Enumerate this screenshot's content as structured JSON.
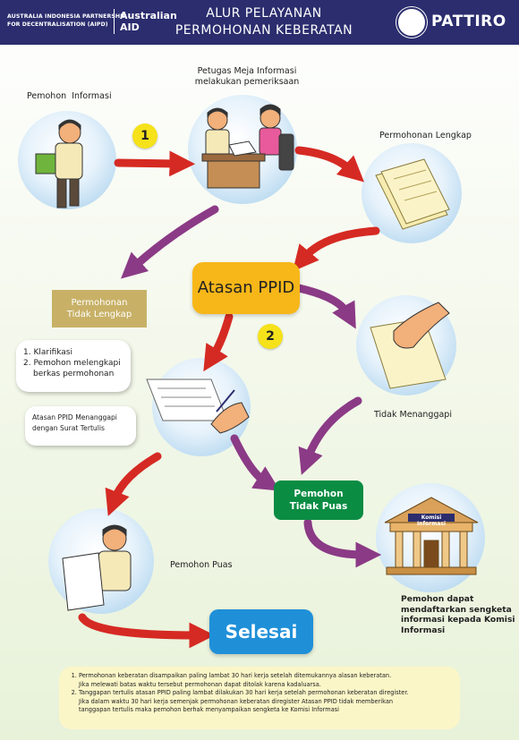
{
  "header": {
    "partner_line1": "AUSTRALIA INDONESIA PARTNERSHIP",
    "partner_line2": "FOR DECENTRALISATION (AIPD)",
    "aid_line1": "Australian",
    "aid_line2": "AID",
    "title_line1": "ALUR PELAYANAN",
    "title_line2": "PERMOHONAN KEBERATAN",
    "brand": "PATTIRO"
  },
  "steps": {
    "pemohon": "Pemohon  Informasi",
    "petugas_line1": "Petugas Meja Informasi",
    "petugas_line2": "melakukan pemeriksaan",
    "lengkap": "Permohonan Lengkap",
    "atasan": "Atasan PPID",
    "tidak_lengkap_line1": "Permohonan",
    "tidak_lengkap_line2": "Tidak Lengkap",
    "klarifikasi_1": "Klarifikasi",
    "klarifikasi_2a": "Pemohon melengkapi",
    "klarifikasi_2b": "berkas permohonan",
    "menanggapi_line1": "Atasan PPID Menanggapi",
    "menanggapi_line2": "dengan Surat Tertulis",
    "tidak_menanggapi": "Tidak Menanggapi",
    "tidak_puas_line1": "Pemohon",
    "tidak_puas_line2": "Tidak Puas",
    "komisi_sign": "Komisi Informasi",
    "puas": "Pemohon Puas",
    "daftar_line1": "Pemohon dapat",
    "daftar_line2": "mendaftarkan sengketa",
    "daftar_line3": "informasi kepada Komisi",
    "daftar_line4": "Informasi",
    "selesai": "Selesai",
    "num1": "1",
    "num2": "2"
  },
  "notes": {
    "n1a": "Permohonan keberatan disampaikan paling lambat 30 hari kerja setelah ditemukannya alasan keberatan.",
    "n1b": "Jika melewati batas waktu tersebut permohonan dapat ditolak karena kadaluarsa.",
    "n2a": "Tanggapan tertulis atasan PPID paling lambat dilakukan 30 hari kerja setelah permohonan keberatan diregister.",
    "n2b": "Jika dalam waktu 30 hari kerja semenjak permohonan keberatan diregister Atasan PPID tidak memberikan",
    "n2c": "tanggapan tertulis maka pemohon berhak menyampaikan sengketa ke Komisi Informasi"
  },
  "colors": {
    "navy": "#2b2d6e",
    "red_arrow": "#d52a23",
    "purple_arrow": "#8b3a86",
    "atasan_box": "#f7b719",
    "tidak_lengkap_box": "#c8b167",
    "tidak_puas_box": "#0a8c43",
    "selesai_box": "#1f90d8",
    "notes_bg": "#fbf6c8"
  }
}
